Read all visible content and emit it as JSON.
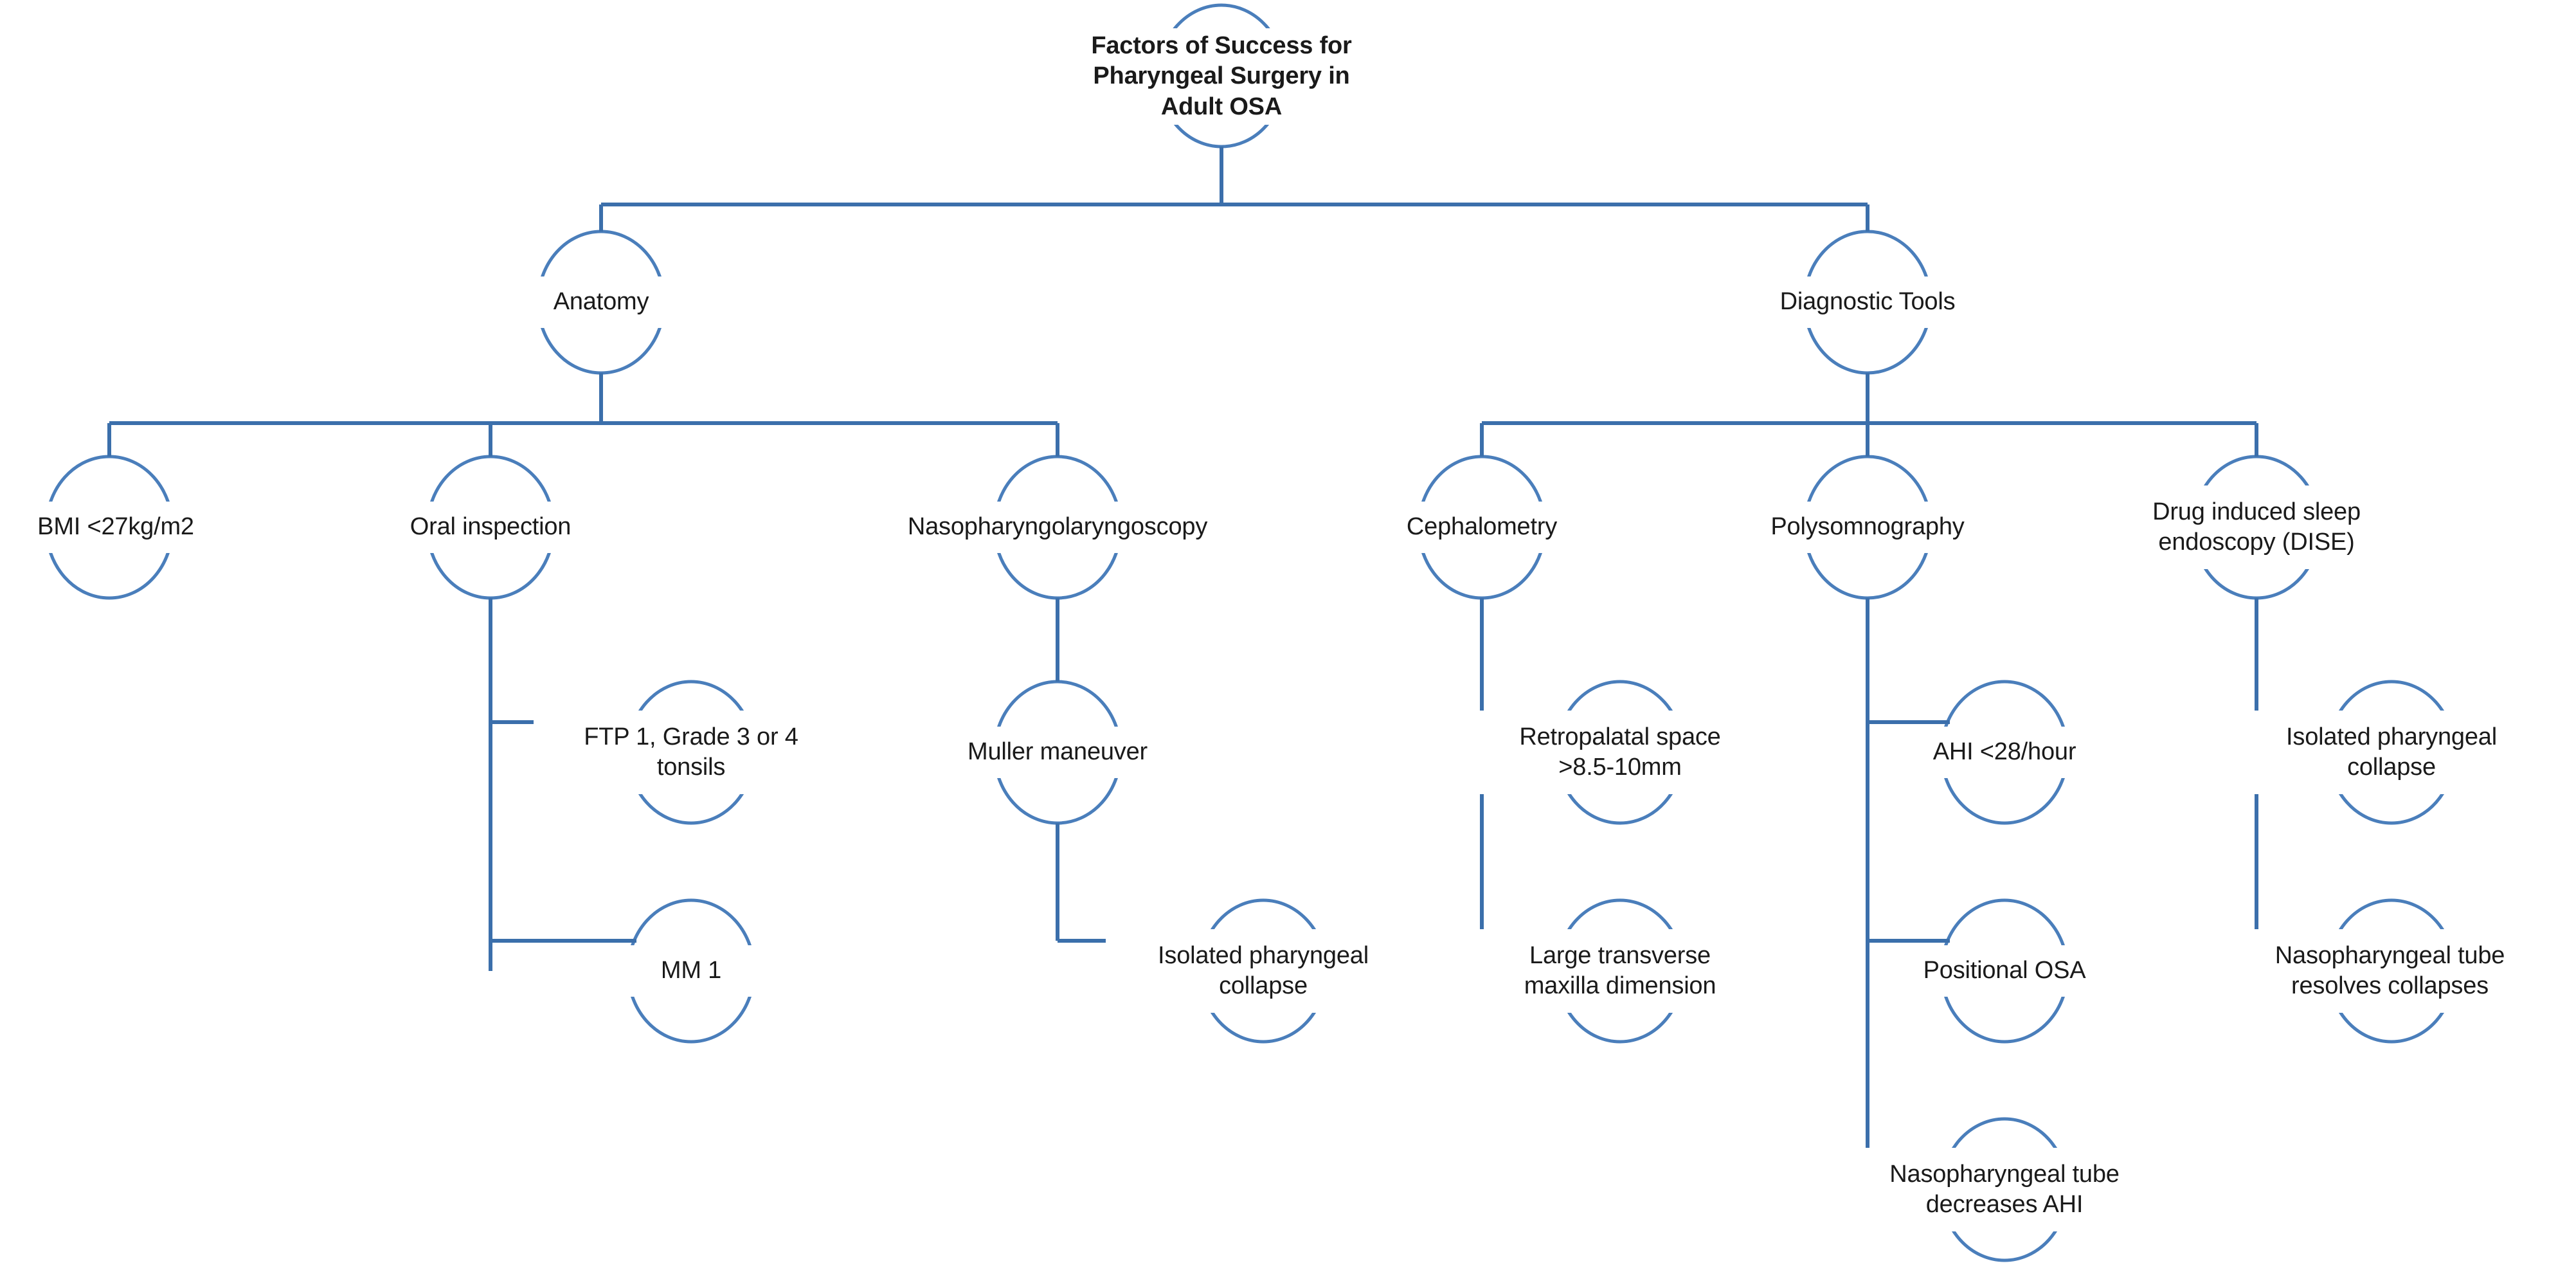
{
  "diagram": {
    "type": "tree-hierarchy",
    "title": "Factors of Success for Pharyngeal Surgery in Adult OSA",
    "colors": {
      "node_outline": "#4a7ebb",
      "connector": "#3b6fab",
      "text": "#1a1a1a",
      "background": "#ffffff"
    },
    "nodes": {
      "root": {
        "label": "Factors of Success for\nPharyngeal Surgery in\nAdult OSA"
      },
      "anatomy": {
        "label": "Anatomy"
      },
      "diagnostic_tools": {
        "label": "Diagnostic Tools"
      },
      "bmi": {
        "label": "BMI <27kg/m2"
      },
      "oral_inspection": {
        "label": "Oral inspection"
      },
      "nasopharyngolaryngoscopy": {
        "label": "Nasopharyngolaryngoscopy"
      },
      "cephalometry": {
        "label": "Cephalometry"
      },
      "polysomnography": {
        "label": "Polysomnography"
      },
      "dise": {
        "label": "Drug induced sleep\nendoscopy (DISE)"
      },
      "ftp": {
        "label": "FTP 1, Grade 3 or 4\ntonsils"
      },
      "mm1": {
        "label": "MM 1"
      },
      "muller": {
        "label": "Muller maneuver"
      },
      "isolated_collapse_muller": {
        "label": "Isolated pharyngeal\ncollapse"
      },
      "retropalatal": {
        "label": "Retropalatal space\n>8.5-10mm"
      },
      "maxilla": {
        "label": "Large transverse\nmaxilla dimension"
      },
      "ahi": {
        "label": "AHI <28/hour"
      },
      "positional_osa": {
        "label": "Positional OSA"
      },
      "np_tube_ahi": {
        "label": "Nasopharyngeal tube\ndecreases AHI"
      },
      "isolated_collapse_dise": {
        "label": "Isolated pharyngeal\ncollapse"
      },
      "np_tube_resolves": {
        "label": "Nasopharyngeal tube\nresolves collapses"
      }
    },
    "edges": [
      {
        "from": "root",
        "to": "anatomy"
      },
      {
        "from": "root",
        "to": "diagnostic_tools"
      },
      {
        "from": "anatomy",
        "to": "bmi"
      },
      {
        "from": "anatomy",
        "to": "oral_inspection"
      },
      {
        "from": "anatomy",
        "to": "nasopharyngolaryngoscopy"
      },
      {
        "from": "diagnostic_tools",
        "to": "cephalometry"
      },
      {
        "from": "diagnostic_tools",
        "to": "polysomnography"
      },
      {
        "from": "diagnostic_tools",
        "to": "dise"
      },
      {
        "from": "oral_inspection",
        "to": "ftp"
      },
      {
        "from": "oral_inspection",
        "to": "mm1"
      },
      {
        "from": "nasopharyngolaryngoscopy",
        "to": "muller"
      },
      {
        "from": "muller",
        "to": "isolated_collapse_muller"
      },
      {
        "from": "cephalometry",
        "to": "retropalatal"
      },
      {
        "from": "cephalometry",
        "to": "maxilla"
      },
      {
        "from": "polysomnography",
        "to": "ahi"
      },
      {
        "from": "polysomnography",
        "to": "positional_osa"
      },
      {
        "from": "polysomnography",
        "to": "np_tube_ahi"
      },
      {
        "from": "dise",
        "to": "isolated_collapse_dise"
      },
      {
        "from": "dise",
        "to": "np_tube_resolves"
      }
    ]
  }
}
